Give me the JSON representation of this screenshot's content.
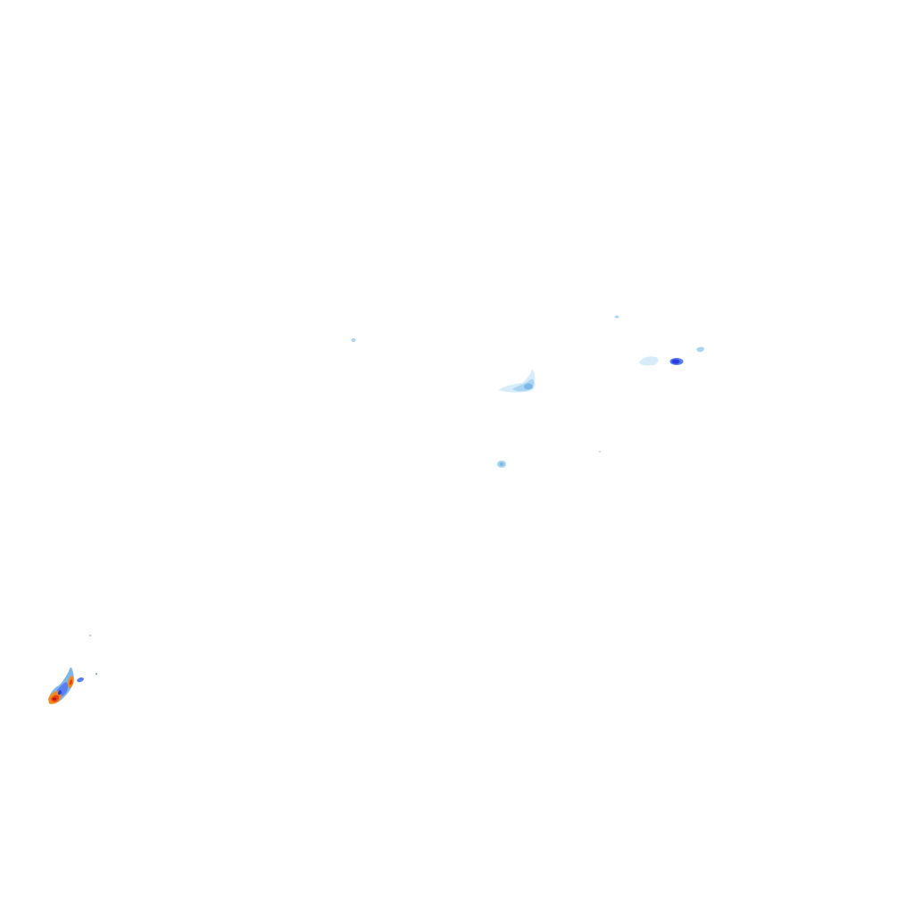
{
  "radar": {
    "background": "#ffffff",
    "intensity_colors": {
      "very_light": "#d6ecfb",
      "light": "#a9d4f2",
      "medium_light": "#7fb8e8",
      "medium": "#5a7df0",
      "strong": "#2a3ee0",
      "heavy": "#f08a1c",
      "very_heavy": "#e8401a",
      "extreme": "#b8101a"
    },
    "echo_names": [
      "echo-tiny-west",
      "echo-center-band",
      "echo-center-south",
      "echo-east-light",
      "echo-east-core",
      "echo-east-speck",
      "echo-north-speck",
      "echo-southwest-storm"
    ]
  }
}
